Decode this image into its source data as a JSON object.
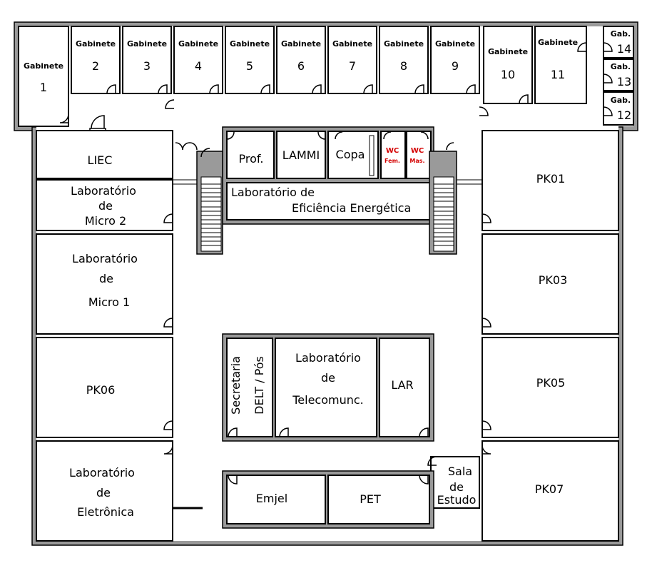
{
  "floor_plan": {
    "offices": [
      {
        "label": "Gabinete",
        "number": "1"
      },
      {
        "label": "Gabinete",
        "number": "2"
      },
      {
        "label": "Gabinete",
        "number": "3"
      },
      {
        "label": "Gabinete",
        "number": "4"
      },
      {
        "label": "Gabinete",
        "number": "5"
      },
      {
        "label": "Gabinete",
        "number": "6"
      },
      {
        "label": "Gabinete",
        "number": "7"
      },
      {
        "label": "Gabinete",
        "number": "8"
      },
      {
        "label": "Gabinete",
        "number": "9"
      },
      {
        "label": "Gabinete",
        "number": "10"
      },
      {
        "label": "Gabinete",
        "number": "11"
      },
      {
        "label": "Gab.",
        "number": "14"
      },
      {
        "label": "Gab.",
        "number": "13"
      },
      {
        "label": "Gab.",
        "number": "12"
      }
    ],
    "rooms": {
      "liec": "LIEC",
      "micro2": [
        "Laboratório",
        "de",
        "Micro  2"
      ],
      "micro1": [
        "Laboratório",
        "de",
        "Micro  1"
      ],
      "pk06": "PK06",
      "eletronica": [
        "Laboratório",
        "de",
        "Eletrônica"
      ],
      "prof": "Prof.",
      "lammi": "LAMMI",
      "copa": "Copa",
      "wc_fem": [
        "WC",
        "Fem."
      ],
      "wc_mas": [
        "WC",
        "Mas."
      ],
      "lee": [
        "Laboratório  de",
        "Eficiência Energética"
      ],
      "secretaria": [
        "Secretaria",
        "DELT / Pós"
      ],
      "telecom": [
        "Laboratório",
        "de",
        "Telecomunc."
      ],
      "lar": "LAR",
      "emjel": "Emjel",
      "pet": "PET",
      "sala_estudo": [
        "Sala",
        "de",
        "Estudo"
      ],
      "pk01": "PK01",
      "pk03": "PK03",
      "pk05": "PK05",
      "pk07": "PK07"
    }
  }
}
